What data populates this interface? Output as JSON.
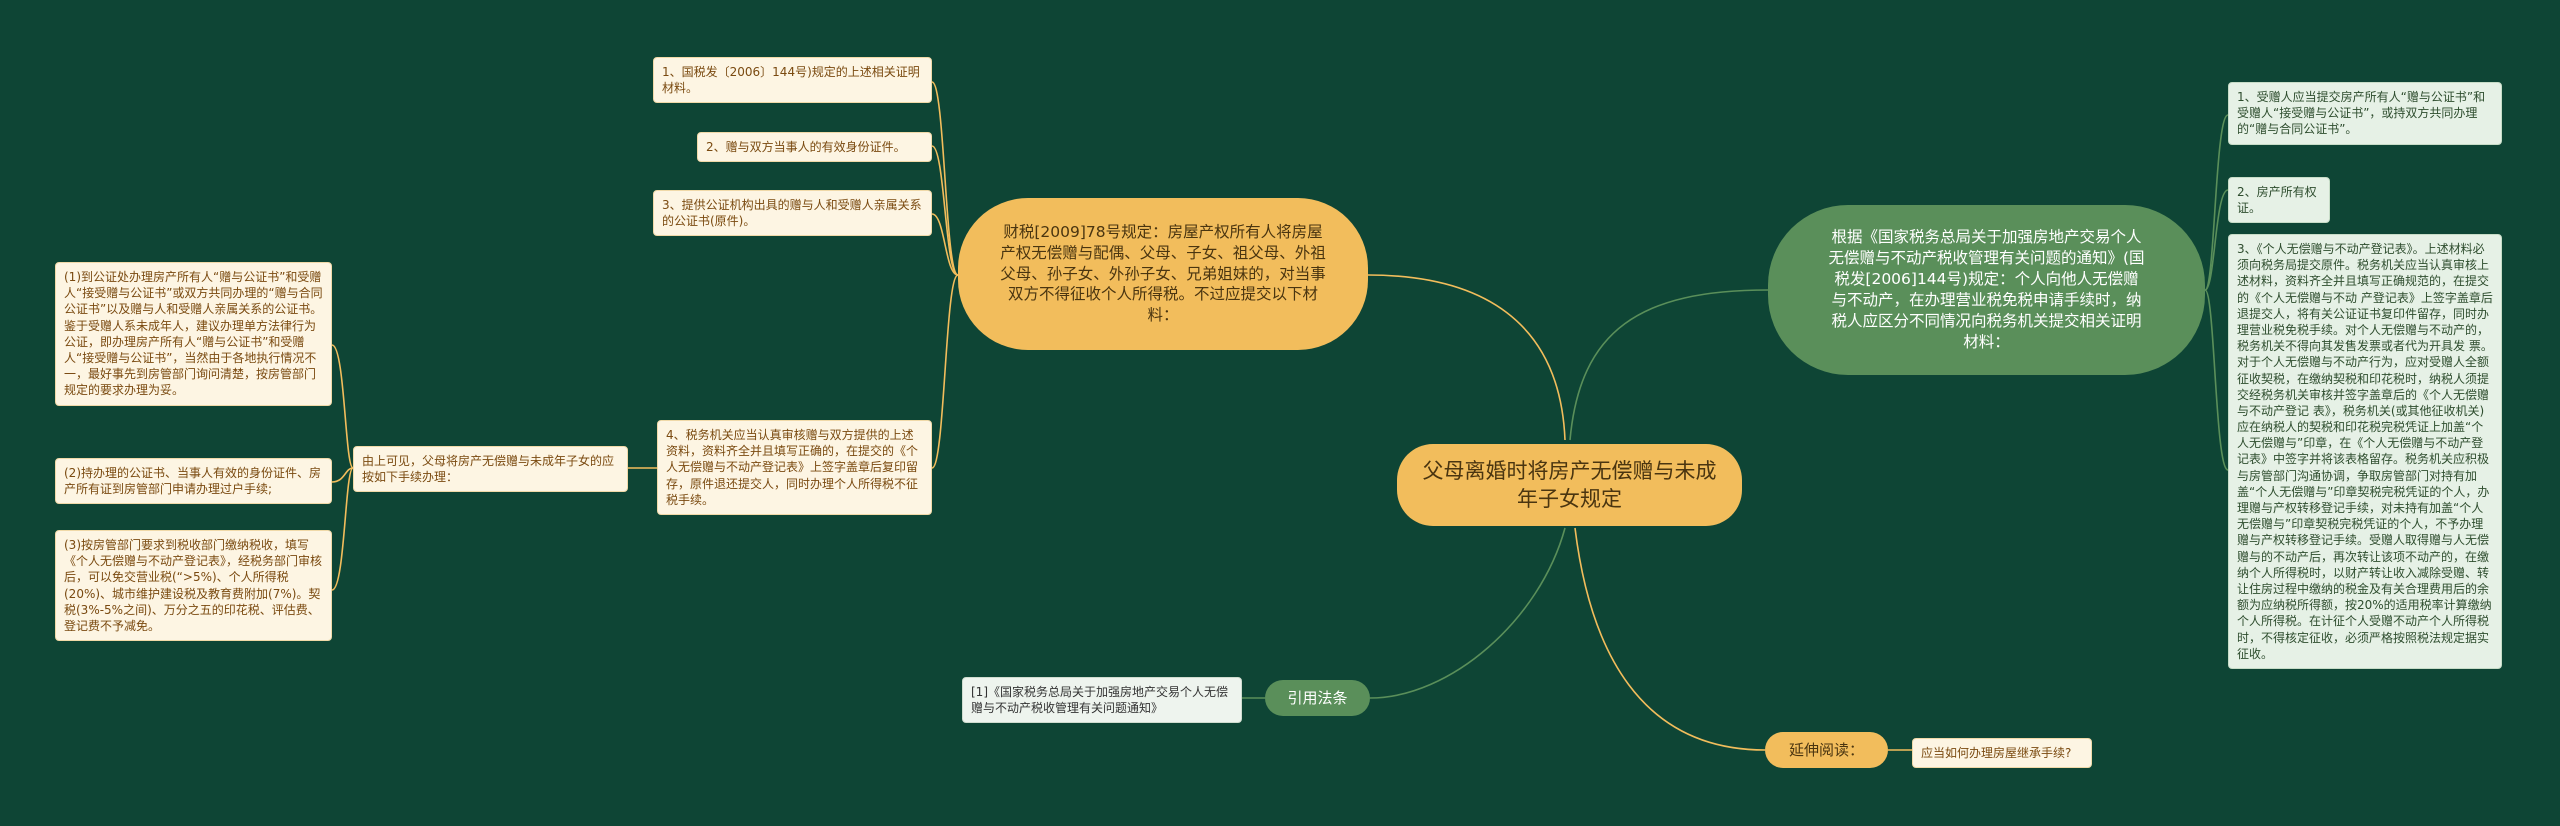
{
  "root": {
    "title": "父母离婚时将房产无偿赠与未成年子女规定"
  },
  "branch_left_top": {
    "text": "财税[2009]78号规定：房屋产权所有人将房屋产权无偿赠与配偶、父母、子女、祖父母、外祖父母、孙子女、外孙子女、兄弟姐妹的，对当事双方不得征收个人所得税。不过应提交以下材料：",
    "items": [
      "1、国税发〔2006〕144号)规定的上述相关证明材料。",
      "2、赠与双方当事人的有效身份证件。",
      "3、提供公证机构出具的赠与人和受赠人亲属关系的公证书(原件)。",
      "4、税务机关应当认真审核赠与双方提供的上述资料，资料齐全并且填写正确的，在提交的《个人无偿赠与不动产登记表》上签字盖章后复印留存，原件退还提交人，同时办理个人所得税不征税手续。"
    ]
  },
  "sub_branch": {
    "text": "由上可见，父母将房产无偿赠与未成年子女的应按如下手续办理：",
    "items": [
      "(1)到公证处办理房产所有人“赠与公证书”和受赠人“接受赠与公证书”或双方共同办理的“赠与合同公证书”以及赠与人和受赠人亲属关系的公证书。鉴于受赠人系未成年人，建议办理单方法律行为公证，即办理房产所有人“赠与公证书”和受赠人“接受赠与公证书”，当然由于各地执行情况不一，最好事先到房管部门询问清楚，按房管部门规定的要求办理为妥。",
      "(2)持办理的公证书、当事人有效的身份证件、房产所有证到房管部门申请办理过户手续;",
      "(3)按房管部门要求到税收部门缴纳税收，填写《个人无偿赠与不动产登记表》，经税务部门审核后，可以免交营业税(“>5%)、个人所得税(20%)、城市维护建设税及教育费附加(7%)。契税(3%-5%之间)、万分之五的印花税、评估费、登记费不予减免。"
    ]
  },
  "branch_right_top": {
    "text": "根据《国家税务总局关于加强房地产交易个人无偿赠与不动产税收管理有关问题的通知》(国税发[2006]144号)规定：个人向他人无偿赠与不动产，在办理营业税免税申请手续时，纳税人应区分不同情况向税务机关提交相关证明材料：",
    "items": [
      "1、受赠人应当提交房产所有人“赠与公证书”和受赠人“接受赠与公证书”，或持双方共同办理的“赠与合同公证书”。",
      "2、房产所有权证。",
      "3、《个人无偿赠与不动产登记表》。上述材料必须向税务局提交原件。税务机关应当认真审核上述材料，资料齐全并且填写正确规范的，在提交的《个人无偿赠与不动 产登记表》上签字盖章后退提交人，将有关公证证书复印件留存，同时办理营业税免税手续。对个人无偿赠与不动产的，税务机关不得向其发售发票或者代为开具发 票。对于个人无偿赠与不动产行为，应对受赠人全额征收契税，在缴纳契税和印花税时，纳税人须提交经税务机关审核并签字盖章后的《个人无偿赠与不动产登记 表》，税务机关(或其他征收机关)应在纳税人的契税和印花税完税凭证上加盖“个人无偿赠与”印章，在《个人无偿赠与不动产登记表》中签字并将该表格留存。税务机关应积极与房管部门沟通协调，争取房管部门对持有加盖“个人无偿赠与”印章契税完税凭证的个人，办理赠与产权转移登记手续，对未持有加盖“个人无偿赠与”印章契税完税凭证的个人，不予办理赠与产权转移登记手续。受赠人取得赠与人无偿赠与的不动产后，再次转让该项不动产的，在缴纳个人所得税时，以财产转让收入减除受赠、转让住房过程中缴纳的税金及有关合理费用后的余额为应纳税所得额，按20%的适用税率计算缴纳个人所得税。在计征个人受赠不动产个人所得税时，不得核定征收，必须严格按照税法规定据实征收。"
    ]
  },
  "citation": {
    "label": "引用法条",
    "items": [
      "[1]《国家税务总局关于加强房地产交易个人无偿赠与不动产税收管理有关问题通知》"
    ]
  },
  "extended": {
    "label": "延伸阅读：",
    "items": [
      "应当如何办理房屋继承手续?"
    ]
  }
}
